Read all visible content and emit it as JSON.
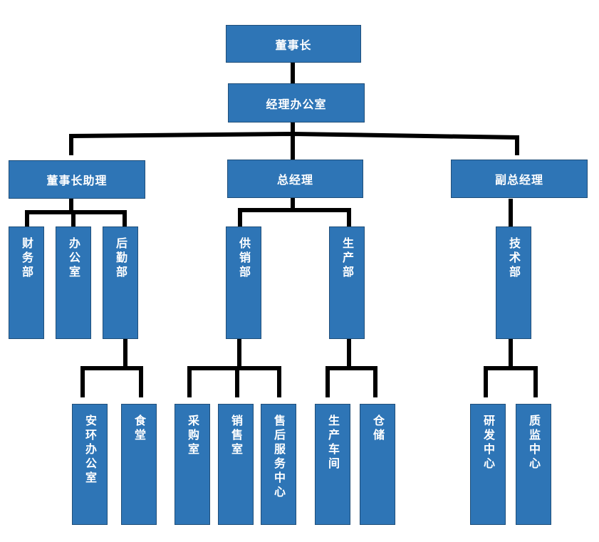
{
  "colors": {
    "box_fill": "#2e75b6",
    "box_border": "#1f4e79",
    "connector": "#000000",
    "text": "#ffffff"
  },
  "nodes": {
    "chairman": "董事长",
    "manager_office": "经理办公室",
    "chairman_assistant": "董事长助理",
    "general_manager": "总经理",
    "deputy_general_manager": "副总经理",
    "finance": "财务部",
    "office": "办公室",
    "logistics": "后勤部",
    "supply_sales": "供销部",
    "production": "生产部",
    "technology": "技术部",
    "safety_office": "安环办公室",
    "canteen": "食堂",
    "purchasing": "采购室",
    "sales_room": "销售室",
    "after_sales": "售后服务中心",
    "workshop": "生产车间",
    "warehouse": "仓储",
    "rnd_center": "研发中心",
    "qa_center": "质监中心"
  }
}
